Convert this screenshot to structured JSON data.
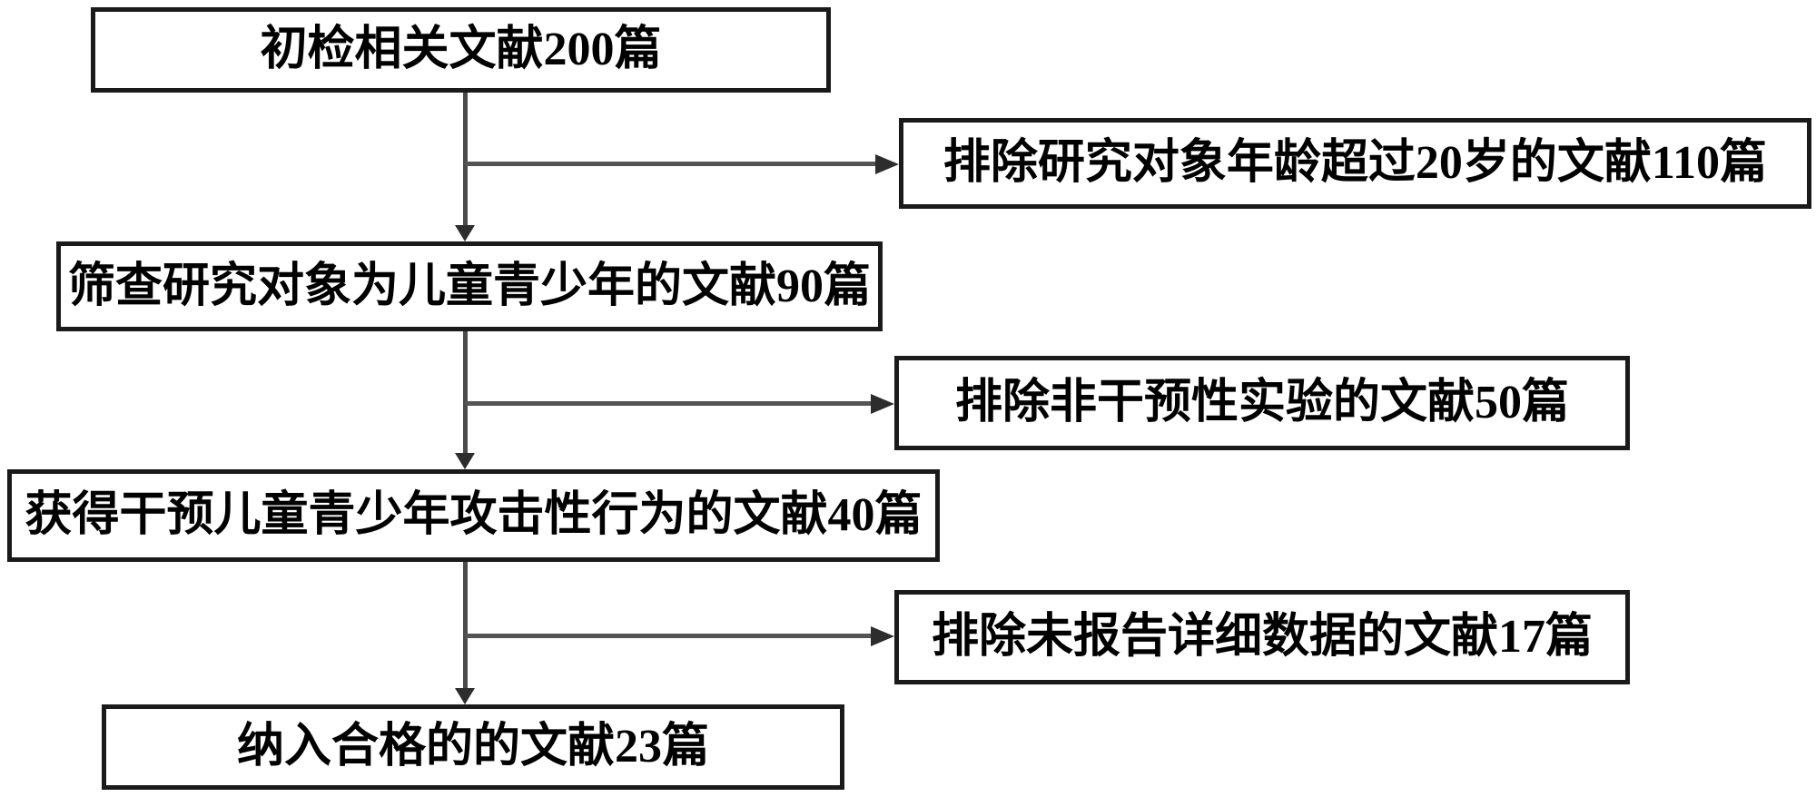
{
  "diagram": {
    "type": "flowchart",
    "title": "literature screening flow",
    "direction": "top-down main flow with right-side exclusion branches",
    "steps": [
      {
        "id": "initial-search",
        "label": "初检相关文献200篇",
        "count": 200
      },
      {
        "id": "screened-subjects",
        "label": "筛查研究对象为儿童青少年的文献90篇",
        "count": 90
      },
      {
        "id": "obtained-studies",
        "label": "获得干预儿童青少年攻击性行为的文献40篇",
        "count": 40
      },
      {
        "id": "included-final",
        "label": "纳入合格的的文献23篇",
        "count": 23
      }
    ],
    "exclusions": [
      {
        "id": "excluded-age",
        "label": "排除研究对象年龄超过20岁的文献110篇",
        "count": 110,
        "branched_from": "initial-search"
      },
      {
        "id": "excluded-non-intervention",
        "label": "排除非干预性实验的文献50篇",
        "count": 50,
        "branched_from": "screened-subjects"
      },
      {
        "id": "excluded-no-detailed-data",
        "label": "排除未报告详细数据的文献17篇",
        "count": 17,
        "branched_from": "obtained-studies"
      }
    ],
    "colors": {
      "background": "#ffffff",
      "box_border": "#1a1a1a",
      "box_fill": "#ffffff",
      "text": "#000000",
      "connector": "#4a4a4a",
      "arrowhead": "#2d2d2d"
    }
  }
}
